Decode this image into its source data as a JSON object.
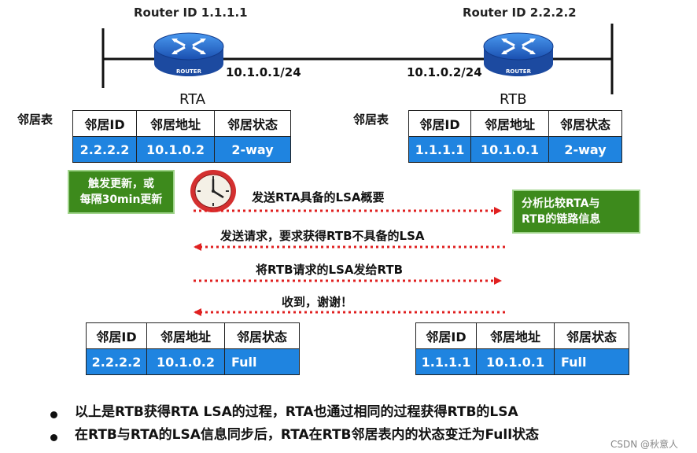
{
  "routers": {
    "rta": {
      "router_id": "Router ID 1.1.1.1",
      "ip": "10.1.0.1/24",
      "name": "RTA",
      "icon_text": "ROUTER"
    },
    "rtb": {
      "router_id": "Router ID 2.2.2.2",
      "ip": "10.1.0.2/24",
      "name": "RTB",
      "icon_text": "ROUTER"
    }
  },
  "neighbor_label": "邻居表",
  "headers": [
    "邻居ID",
    "邻居地址",
    "邻居状态"
  ],
  "tables": {
    "rta_top": [
      "2.2.2.2",
      "10.1.0.2",
      "2-way"
    ],
    "rtb_top": [
      "1.1.1.1",
      "10.1.0.1",
      "2-way"
    ],
    "rta_bottom": [
      "2.2.2.2",
      "10.1.0.2",
      "Full"
    ],
    "rtb_bottom": [
      "1.1.1.1",
      "10.1.0.1",
      "Full"
    ]
  },
  "boxes": {
    "trigger": [
      "触发更新，或",
      "每隔30min更新"
    ],
    "analyze": [
      "分析比较RTA与",
      "RTB的链路信息"
    ]
  },
  "messages": [
    {
      "text": "发送RTA具备的LSA概要",
      "direction": "right"
    },
    {
      "text": "发送请求，要求获得RTB不具备的LSA",
      "direction": "left"
    },
    {
      "text": "将RTB请求的LSA发给RTB",
      "direction": "right"
    },
    {
      "text": "收到，谢谢！",
      "direction": "left"
    }
  ],
  "bullets": [
    "以上是RTB获得RTA LSA的过程，RTA也通过相同的过程获得RTB的LSA",
    "在RTB与RTA的LSA信息同步后，RTA在RTB邻居表内的状态变迁为Full状态"
  ],
  "watermark": "CSDN @秋意人",
  "colors": {
    "table_blue": "#1f84e0",
    "green_box": "#3d8a1c",
    "arrow_red": "#e02020",
    "router_blue": "#2a6fd0"
  }
}
